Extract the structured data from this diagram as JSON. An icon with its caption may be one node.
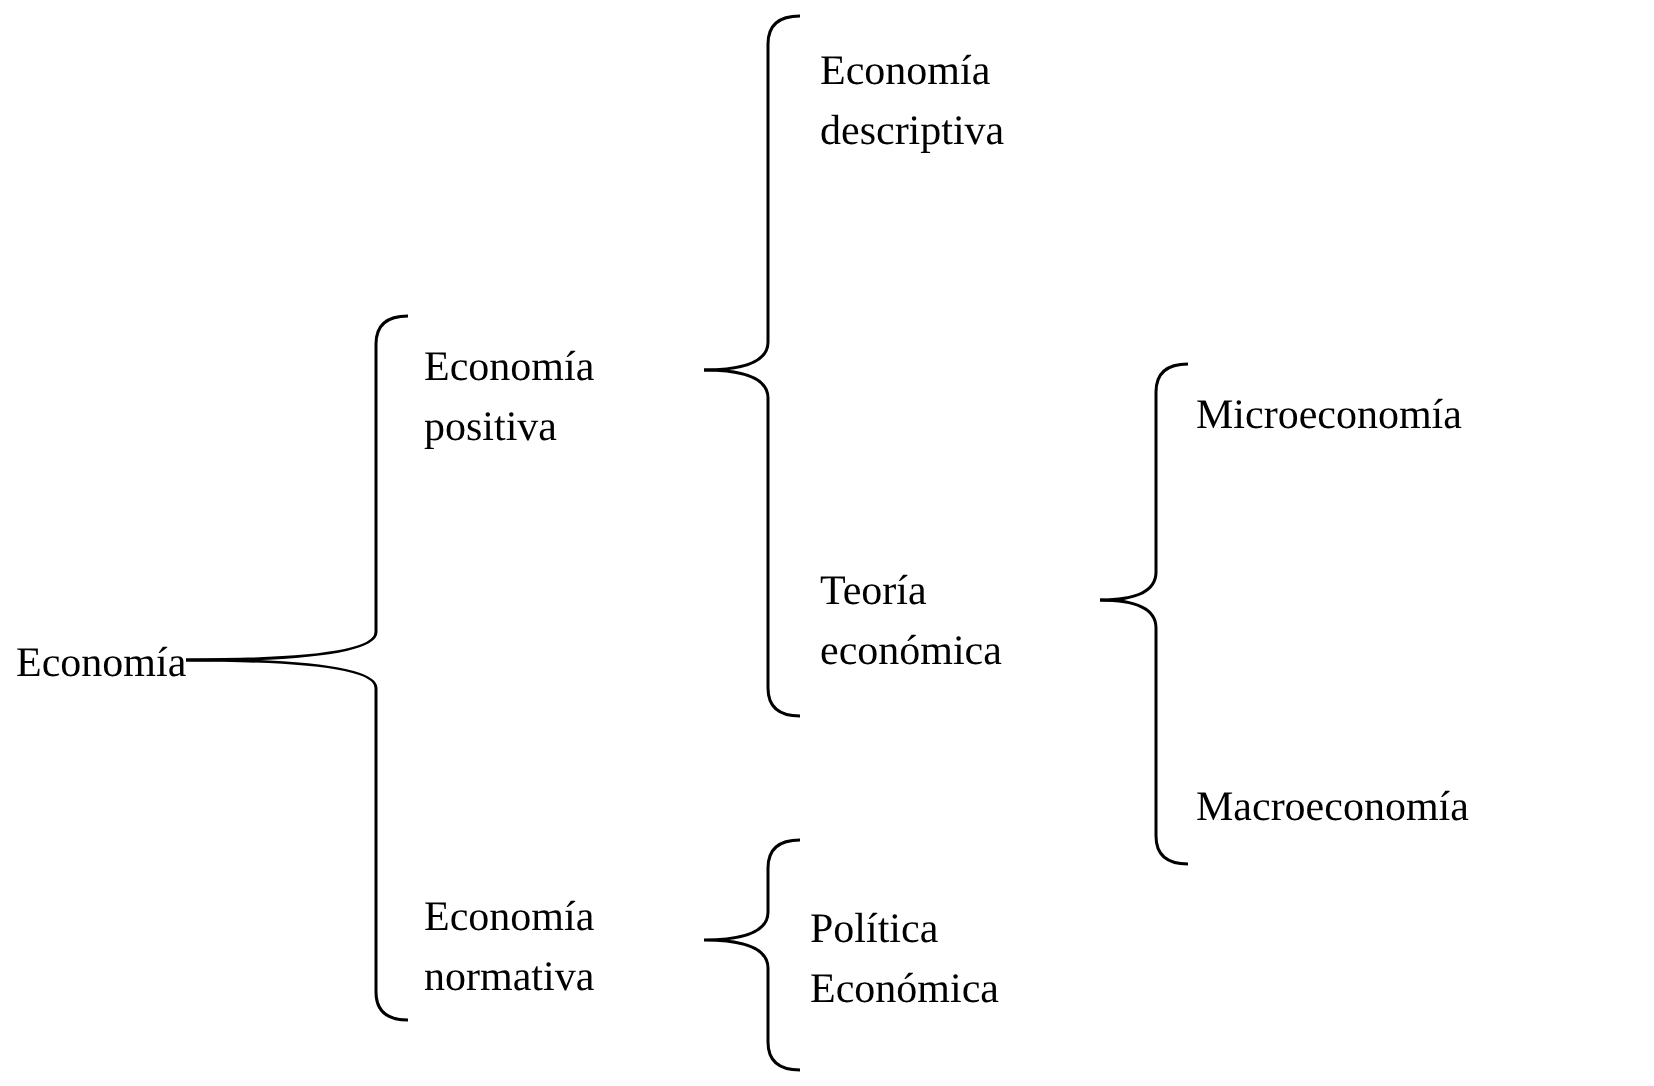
{
  "diagram": {
    "nodes": [
      {
        "text": [
          "Economía"
        ]
      },
      {
        "text": [
          "Economía positiva"
        ]
      },
      {
        "text": [
          "Economía descriptiva"
        ]
      },
      {
        "text": [
          "Teoría económica"
        ]
      },
      {
        "text": [
          "Microeconomía"
        ]
      },
      {
        "text": [
          "Macroeconomía"
        ]
      },
      {
        "text": [
          "Economía normativa"
        ]
      },
      {
        "text": [
          "Política Económica"
        ]
      }
    ],
    "edges": [
      {
        "from": 0,
        "to": 1,
        "arrow": "none"
      },
      {
        "from": 0,
        "to": 6,
        "arrow": "none"
      },
      {
        "from": 1,
        "to": 2,
        "arrow": "none"
      },
      {
        "from": 1,
        "to": 3,
        "arrow": "none"
      },
      {
        "from": 3,
        "to": 4,
        "arrow": "none"
      },
      {
        "from": 3,
        "to": 5,
        "arrow": "none"
      },
      {
        "from": 6,
        "to": 7,
        "arrow": "none"
      }
    ]
  }
}
